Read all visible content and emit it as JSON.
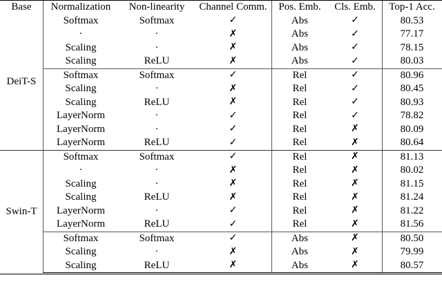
{
  "table": {
    "caption": "",
    "headers": [
      "Base",
      "Normalization",
      "Non-linearity",
      "Channel Comm.",
      "Pos. Emb.",
      "Cls. Emb.",
      "Top-1 Acc."
    ],
    "marks": {
      "check": "✓",
      "cross": "✗",
      "none": "·"
    },
    "groups": [
      {
        "base": "DeiT-S",
        "subblocks": [
          {
            "rows": [
              {
                "normalization": "Softmax",
                "nonlinearity": "Softmax",
                "channel_comm": "✓",
                "pos_emb": "Abs",
                "cls_emb": "✓",
                "top1": "80.53",
                "bold": true
              },
              {
                "normalization": "·",
                "nonlinearity": "·",
                "channel_comm": "✗",
                "pos_emb": "Abs",
                "cls_emb": "✓",
                "top1": "77.17",
                "bold": false
              },
              {
                "normalization": "Scaling",
                "nonlinearity": "·",
                "channel_comm": "✗",
                "pos_emb": "Abs",
                "cls_emb": "✓",
                "top1": "78.15",
                "bold": false
              },
              {
                "normalization": "Scaling",
                "nonlinearity": "ReLU",
                "channel_comm": "✗",
                "pos_emb": "Abs",
                "cls_emb": "✓",
                "top1": "80.03",
                "bold": false
              }
            ]
          },
          {
            "rows": [
              {
                "normalization": "Softmax",
                "nonlinearity": "Softmax",
                "channel_comm": "✓",
                "pos_emb": "Rel",
                "cls_emb": "✓",
                "top1": "80.96",
                "bold": true
              },
              {
                "normalization": "Scaling",
                "nonlinearity": "·",
                "channel_comm": "✗",
                "pos_emb": "Rel",
                "cls_emb": "✓",
                "top1": "80.45",
                "bold": false
              },
              {
                "normalization": "Scaling",
                "nonlinearity": "ReLU",
                "channel_comm": "✗",
                "pos_emb": "Rel",
                "cls_emb": "✓",
                "top1": "80.93",
                "bold": false
              },
              {
                "normalization": "LayerNorm",
                "nonlinearity": "·",
                "channel_comm": "✓",
                "pos_emb": "Rel",
                "cls_emb": "✓",
                "top1": "78.82",
                "bold": false
              },
              {
                "normalization": "LayerNorm",
                "nonlinearity": "·",
                "channel_comm": "✓",
                "pos_emb": "Rel",
                "cls_emb": "✗",
                "top1": "80.09",
                "bold": false
              },
              {
                "normalization": "LayerNorm",
                "nonlinearity": "ReLU",
                "channel_comm": "✓",
                "pos_emb": "Rel",
                "cls_emb": "✗",
                "top1": "80.64",
                "bold": false
              }
            ]
          }
        ]
      },
      {
        "base": "Swin-T",
        "subblocks": [
          {
            "rows": [
              {
                "normalization": "Softmax",
                "nonlinearity": "Softmax",
                "channel_comm": "✓",
                "pos_emb": "Rel",
                "cls_emb": "✗",
                "top1": "81.13",
                "bold": false
              },
              {
                "normalization": "·",
                "nonlinearity": "·",
                "channel_comm": "✗",
                "pos_emb": "Rel",
                "cls_emb": "✗",
                "top1": "80.02",
                "bold": false
              },
              {
                "normalization": "Scaling",
                "nonlinearity": "·",
                "channel_comm": "✗",
                "pos_emb": "Rel",
                "cls_emb": "✗",
                "top1": "81.15",
                "bold": false
              },
              {
                "normalization": "Scaling",
                "nonlinearity": "ReLU",
                "channel_comm": "✗",
                "pos_emb": "Rel",
                "cls_emb": "✗",
                "top1": "81.24",
                "bold": false
              },
              {
                "normalization": "LayerNorm",
                "nonlinearity": "·",
                "channel_comm": "✓",
                "pos_emb": "Rel",
                "cls_emb": "✗",
                "top1": "81.22",
                "bold": false
              },
              {
                "normalization": "LayerNorm",
                "nonlinearity": "ReLU",
                "channel_comm": "✓",
                "pos_emb": "Rel",
                "cls_emb": "✗",
                "top1": "81.56",
                "bold": true
              }
            ]
          },
          {
            "rows": [
              {
                "normalization": "Softmax",
                "nonlinearity": "Softmax",
                "channel_comm": "✓",
                "pos_emb": "Abs",
                "cls_emb": "✗",
                "top1": "80.50",
                "bold": false
              },
              {
                "normalization": "Scaling",
                "nonlinearity": "·",
                "channel_comm": "✗",
                "pos_emb": "Abs",
                "cls_emb": "✗",
                "top1": "79.99",
                "bold": false
              },
              {
                "normalization": "Scaling",
                "nonlinearity": "ReLU",
                "channel_comm": "✗",
                "pos_emb": "Abs",
                "cls_emb": "✗",
                "top1": "80.57",
                "bold": true
              }
            ]
          }
        ]
      }
    ]
  }
}
